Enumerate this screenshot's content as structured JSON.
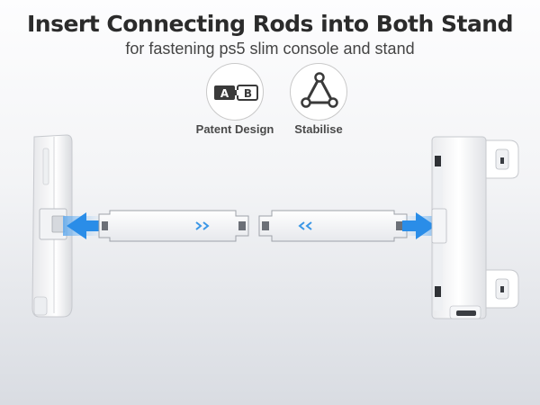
{
  "header": {
    "title": "Insert Connecting Rods into Both Stand",
    "subtitle": "for fastening ps5 slim console and stand"
  },
  "features": [
    {
      "label": "Patent Design",
      "icon": "puzzle-ab-icon",
      "piece_a": "A",
      "piece_b": "B"
    },
    {
      "label": "Stabilise",
      "icon": "triangle-nodes-icon"
    }
  ],
  "colors": {
    "arrow_blue": "#2a8de8",
    "chevron_blue": "#3b97e6",
    "badge_dark": "#3a3a3a"
  }
}
